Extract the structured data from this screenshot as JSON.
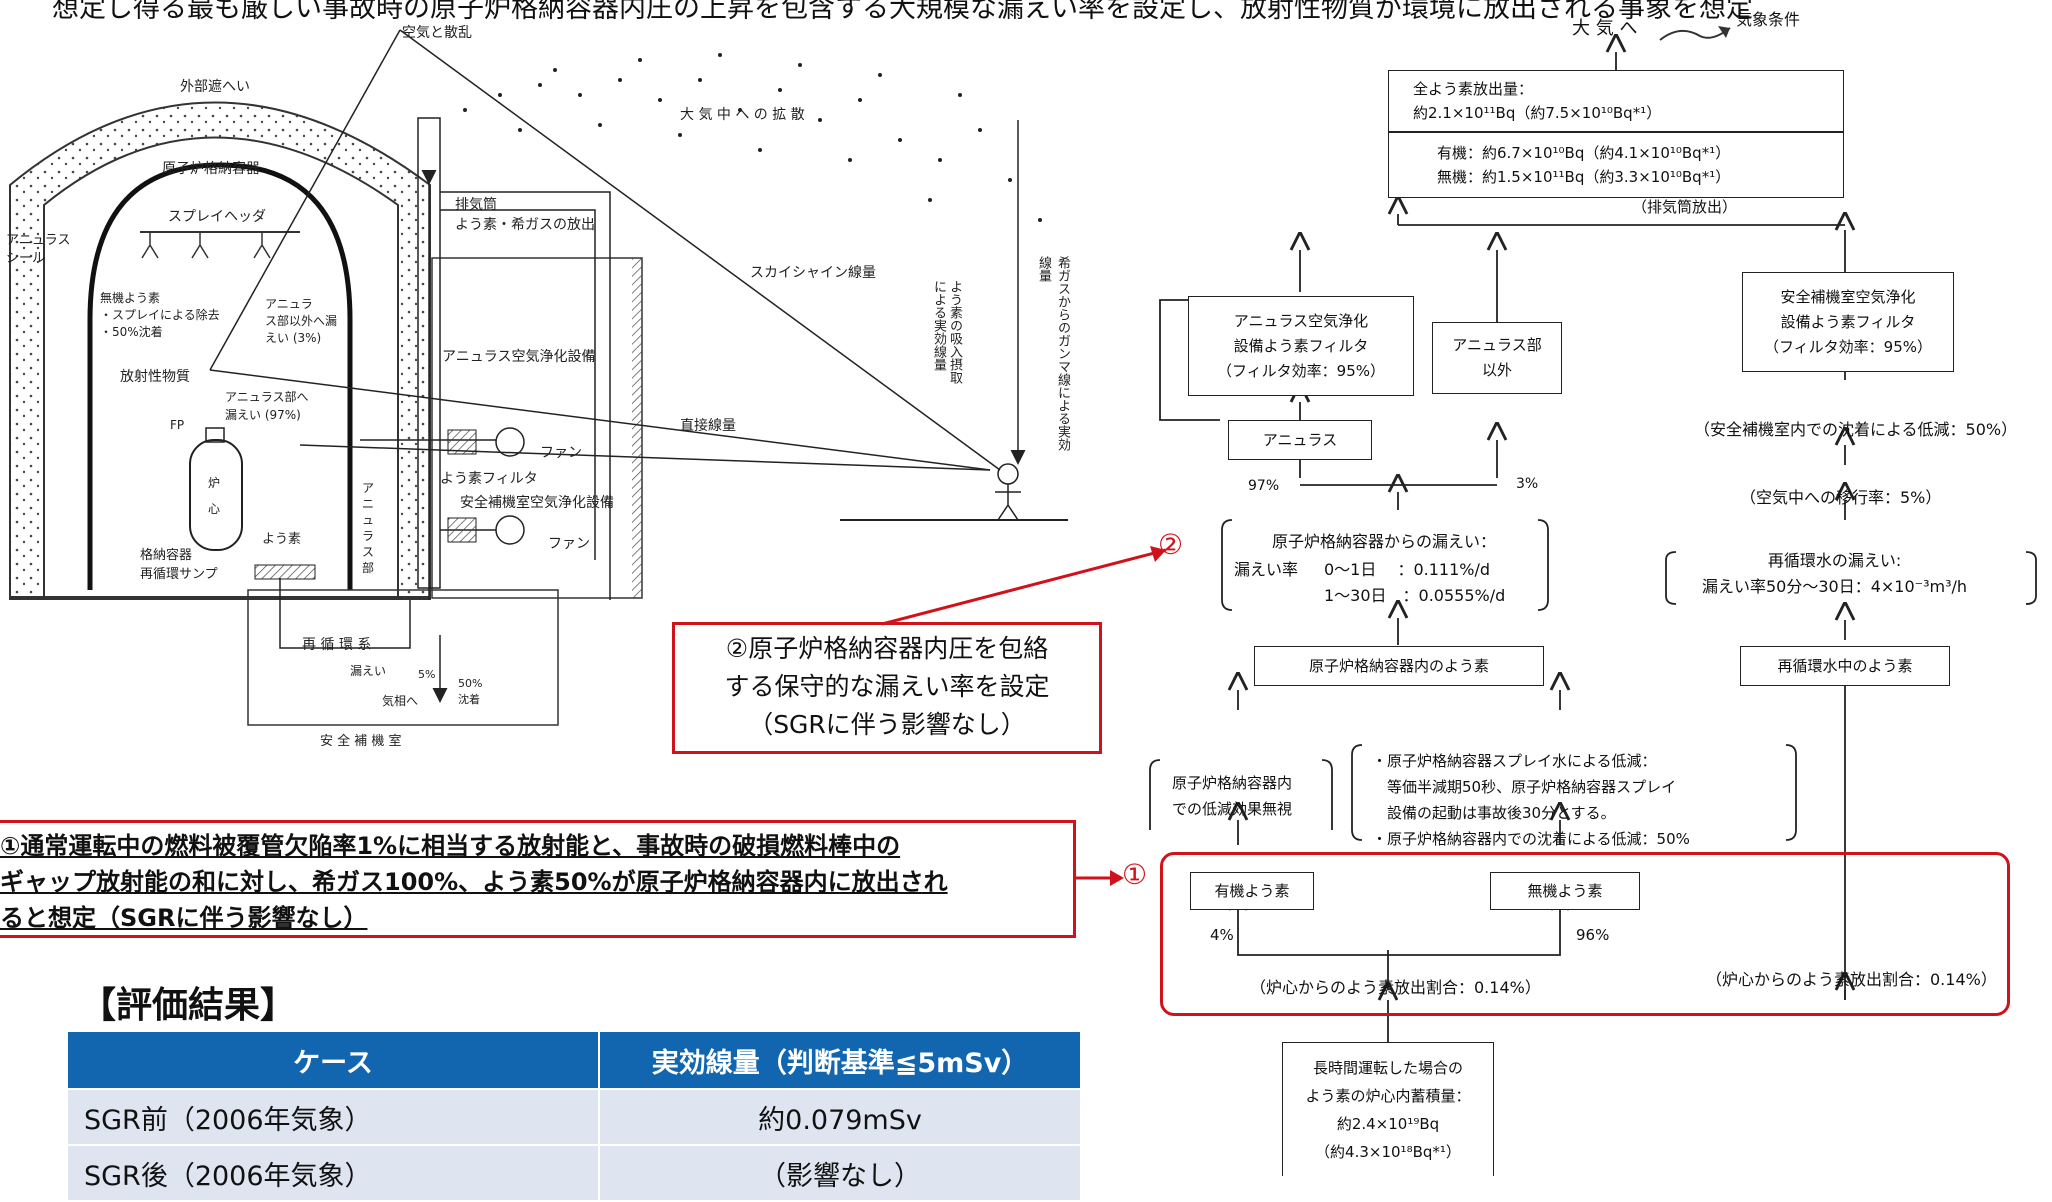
{
  "header": {
    "top_text": "想定し得る最も厳しい事故時の原子炉格納容器内圧の上昇を包含する大規模な漏えい率を設定し、放射性物質が環境に放出される事象を想定",
    "weather_label": "気象条件"
  },
  "plant": {
    "labels": {
      "air_scatter": "空気と散乱",
      "atmosphere_diffusion": "大 気 中 へ の 拡 散",
      "outer_shield": "外部遮へい",
      "containment": "原子炉格納容器",
      "spray_header": "スプレイヘッダ",
      "annulus_seal": "アニュラス\nシール",
      "inorganic_iodine": "無機よう素\n・スプレイによる除去\n・50%沈着",
      "annulus_other_leak": "アニュラ\nス部以外へ漏\nえい (3%)",
      "radioactive_material": "放射性物質",
      "annulus_leak": "アニュラス部へ\n漏えい (97%)",
      "fp": "FP",
      "core": "炉\n心",
      "iodine": "よう素",
      "sump": "格納容器\n再循環サンプ",
      "annulus_part": "ア\nニ\nュ\nラ\nス\n部",
      "stack": "排気筒\nよう素・希ガスの放出",
      "skyshine": "スカイシャイン線量",
      "direct_dose": "直接線量",
      "iodine_inhale": "よう素の吸入摂取\nによる実効線量",
      "noble_gamma": "希ガスからのガンマ線による実効線量",
      "annulus_cleanup": "アニュラス空気浄化設備",
      "iodine_filter": "よう素フィルタ",
      "fan1": "ファン",
      "aux_cleanup": "安全補機室空気浄化設備",
      "fan2": "ファン",
      "recirc": "再 循 環 系",
      "leak": "漏えい",
      "pct5": "5%",
      "to_gas": "気相へ",
      "pct50_dep": "50%\n沈着",
      "aux_room": "安 全 補 機 室"
    }
  },
  "callouts": {
    "c2_text": "②原子炉格納容器内圧を包絡\nする保守的な漏えい率を設定\n（SGRに伴う影響なし）",
    "c2_marker": "②",
    "c1_line1": "①通常運転中の燃料被覆管欠陥率1%に相当する放射能と、事故時の破損燃料棒中の",
    "c1_line2": "ギャップ放射能の和に対し、希ガス100%、よう素50%が原子炉格納容器内に放出され",
    "c1_line3": "ると想定（SGRに伴う影響なし）",
    "c1_marker": "①"
  },
  "results": {
    "title": "【評価結果】",
    "headers": [
      "ケース",
      "実効線量（判断基準≦5mSv）"
    ],
    "rows": [
      [
        "SGR前（2006年気象）",
        "約0.079mSv"
      ],
      [
        "SGR後（2006年気象）",
        "（影響なし）"
      ]
    ]
  },
  "flow": {
    "to_atm": "大 気 へ",
    "total_release": "全よう素放出量：\n約2.1×10¹¹Bq（約7.5×10¹⁰Bq*¹）",
    "org_inorg": "有機：約6.7×10¹⁰Bq（約4.1×10¹⁰Bq*¹）\n無機：約1.5×10¹¹Bq（約3.3×10¹⁰Bq*¹）",
    "stack_release": "（排気筒放出）",
    "annulus_filter": "アニュラス空気浄化\n設備よう素フィルタ\n（フィルタ効率：95%）",
    "annulus_other": "アニュラス部\n以外",
    "aux_filter": "安全補機室空気浄化\n設備よう素フィルタ\n（フィルタ効率：95%）",
    "annulus": "アニュラス",
    "pct97": "97%",
    "pct3": "3%",
    "aux_deposition": "（安全補機室内での沈着による低減：50%）",
    "air_transfer": "（空気中への移行率：5%）",
    "cv_leak_title": "原子炉格納容器からの漏えい：",
    "cv_leak_row1_label": "漏えい率",
    "cv_leak_row1": "0～1日　 ：0.111%/d",
    "cv_leak_row2": "1～30日　：0.0555%/d",
    "recirc_leak": "再循環水の漏えい:\n漏えい率50分～30日：4×10⁻³m³/h",
    "cv_iodine": "原子炉格納容器内のよう素",
    "recirc_iodine": "再循環水中のよう素",
    "cv_no_reduction": "原子炉格納容器内\nでの低減効果無視",
    "spray_reduction": "・原子炉格納容器スプレイ水による低減：\n　等価半減期50秒、原子炉格納容器スプレイ\n　設備の起動は事故後30分とする。\n・原子炉格納容器内での沈着による低減：50%",
    "organic": "有機よう素",
    "inorganic": "無機よう素",
    "pct4": "4%",
    "pct96": "96%",
    "core_ratio_left": "（炉心からのよう素放出割合：0.14%）",
    "core_ratio_right": "（炉心からのよう素放出割合：0.14%）",
    "inventory": "長時間運転した場合の\nよう素の炉心内蓄積量：\n約2.4×10¹⁹Bq\n（約4.3×10¹⁸Bq*¹）"
  }
}
